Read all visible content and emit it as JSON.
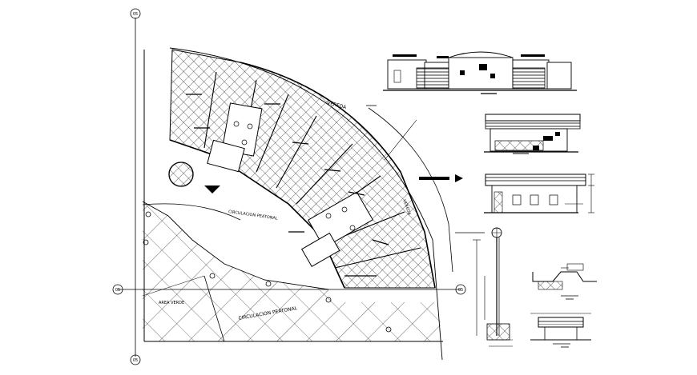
{
  "labels": {
    "vereda_top": "VEREDA",
    "vereda_side": "VEREDA",
    "circulacion_peatonal_upper": "CIRCULACION PEATONAL",
    "circulacion_peatonal_lower": "CIRCULACION PEATONAL",
    "area_verde": "AREA VERDE"
  },
  "axis_markers": {
    "top": "05",
    "left": "05",
    "right": "05",
    "bottom": "05"
  },
  "colors": {
    "ink": "#000000",
    "paper": "#ffffff"
  }
}
